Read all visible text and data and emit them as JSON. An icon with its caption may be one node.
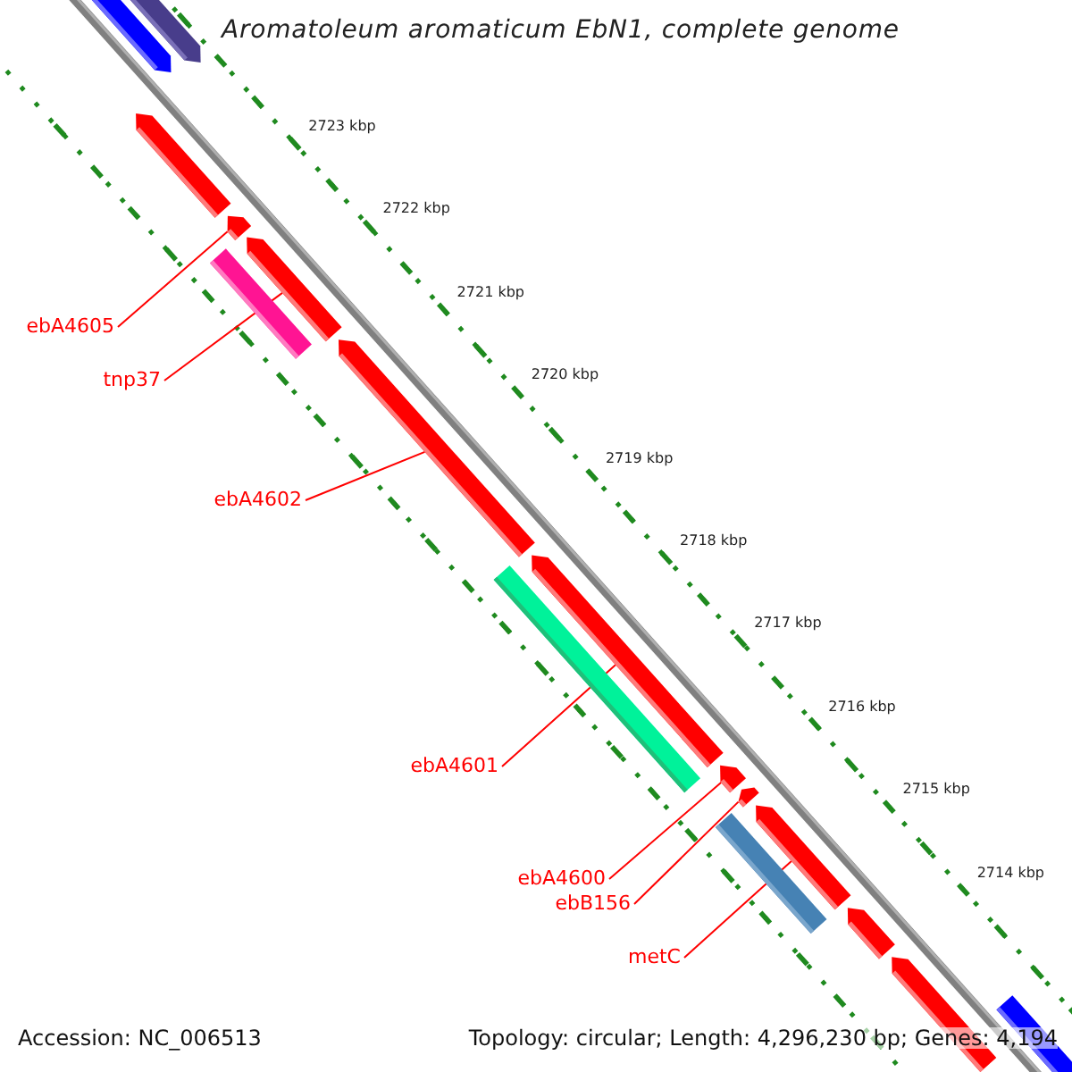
{
  "diagram": {
    "title": "Aromatoleum aromaticum EbN1, complete genome",
    "nodes": [
      {
        "text": [
          "ebA4605"
        ]
      },
      {
        "text": [
          "tnp37"
        ]
      },
      {
        "text": [
          "ebA4602"
        ]
      },
      {
        "text": [
          "ebA4601"
        ]
      },
      {
        "text": [
          "ebA4600"
        ]
      },
      {
        "text": [
          "ebB156"
        ]
      },
      {
        "text": [
          "metC"
        ]
      },
      {
        "text": [],
        "shape": "bar"
      },
      {
        "text": [],
        "shape": "bar"
      },
      {
        "text": [],
        "shape": "bar"
      },
      {
        "text": [],
        "shape": "bar"
      },
      {
        "text": [],
        "shape": "bar"
      },
      {
        "text": [],
        "shape": "bar"
      },
      {
        "text": [],
        "shape": "bar"
      },
      {
        "text": [],
        "shape": "bar"
      },
      {
        "text": [],
        "shape": "bar"
      },
      {
        "text": [],
        "shape": "bar"
      },
      {
        "text": [],
        "shape": "bar"
      },
      {
        "text": [],
        "shape": "bar"
      },
      {
        "text": [],
        "shape": "bar"
      },
      {
        "text": [],
        "shape": "bar"
      },
      {
        "text": [],
        "shape": "bar"
      },
      {
        "text": [],
        "shape": "bar"
      }
    ],
    "edges": [
      {
        "from": 0,
        "to": 10,
        "arrow": "none"
      },
      {
        "from": 1,
        "to": 12,
        "arrow": "none"
      },
      {
        "from": 2,
        "to": 13,
        "arrow": "none"
      },
      {
        "from": 3,
        "to": 15,
        "arrow": "none"
      },
      {
        "from": 4,
        "to": 16,
        "arrow": "none"
      },
      {
        "from": 5,
        "to": 17,
        "arrow": "none"
      },
      {
        "from": 6,
        "to": 19,
        "arrow": "none"
      }
    ],
    "labels": [
      "2723 kbp",
      "2722 kbp",
      "2721 kbp",
      "2720 kbp",
      "2719 kbp",
      "2718 kbp",
      "2717 kbp",
      "2716 kbp",
      "2715 kbp",
      "2714 kbp",
      "Accession: NC_006513",
      "Topology: circular; Length: 4,296,230 bp; Genes: 4,194"
    ]
  }
}
